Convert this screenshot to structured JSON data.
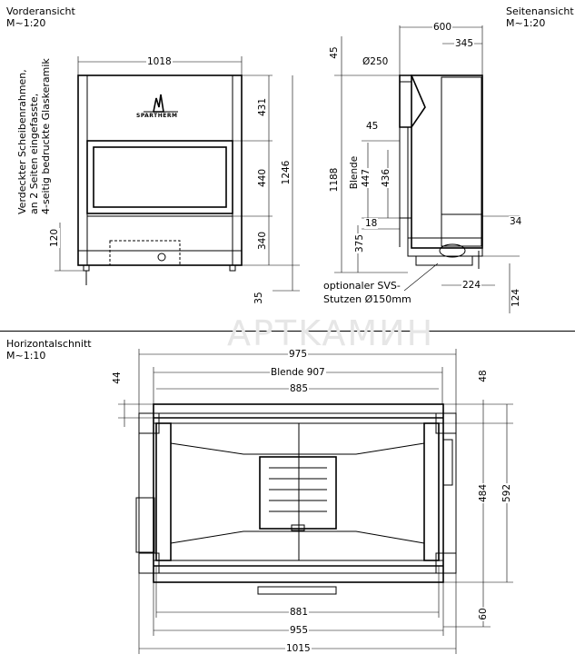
{
  "front_view": {
    "title": "Vorderansicht",
    "scale": "M~1:20",
    "dims": {
      "width": "1018",
      "upper": "431",
      "glass": "440",
      "lower": "340",
      "total": "1246",
      "feet": "35",
      "bottom": "120"
    },
    "note_lines": [
      "Verdeckter Scheibenrahmen,",
      "an 2 Seiten eingefasste,",
      "4-seitig bedruckte Glaskeramik"
    ],
    "logo": "SPARTHERM"
  },
  "side_view": {
    "title": "Seitenansicht",
    "scale": "M~1:20",
    "dims": {
      "depth": "600",
      "rear": "345",
      "flue": "Ø250",
      "top": "45",
      "angle_45": "45",
      "height": "1188",
      "blende": "Blende",
      "d447": "447",
      "d436": "436",
      "d18": "18",
      "d375": "375",
      "d34": "34",
      "d224": "224",
      "d124": "124"
    },
    "note_lines": [
      "optionaler SVS-",
      "Stutzen Ø150mm"
    ]
  },
  "section_view": {
    "title": "Horizontalschnitt",
    "scale": "M~1:10",
    "dims": {
      "w975": "975",
      "blende": "Blende 907",
      "w885": "885",
      "d44": "44",
      "d48": "48",
      "d484": "484",
      "d592": "592",
      "d60": "60",
      "w881": "881",
      "w955": "955",
      "w1015": "1015"
    }
  },
  "watermark": "APTKAMИН"
}
